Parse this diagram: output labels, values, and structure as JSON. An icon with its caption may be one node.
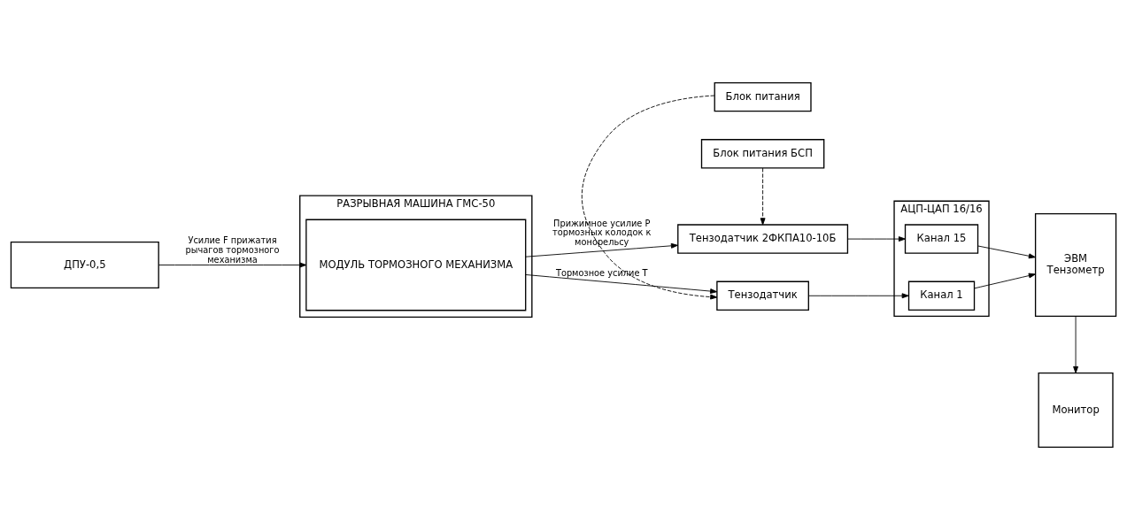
{
  "diagram": {
    "nodes": [
      {
        "text": [
          "РАЗРЫВНАЯ МАШИНА ГМС-50"
        ]
      },
      {
        "text": [
          "МОДУЛЬ ТОРМОЗНОГО МЕХАНИЗМА"
        ],
        "in": 0
      },
      {
        "text": [
          "Блок питания БСП"
        ]
      },
      {
        "text": [
          "Тензодатчик 2ФКПА10-10Б"
        ]
      },
      {
        "text": [
          "АЦП-ЦАП 16/16"
        ]
      },
      {
        "text": [
          "Канал 15"
        ],
        "in": 4
      },
      {
        "text": [
          "Канал 1"
        ],
        "in": 4
      },
      {
        "text": [
          "ЭВМ",
          "Тензометр"
        ]
      },
      {
        "text": [
          "Тензодатчик"
        ]
      },
      {
        "text": [
          "Блок питания"
        ]
      },
      {
        "text": [
          "Монитор"
        ]
      },
      {
        "text": [
          "ДПУ-0,5"
        ]
      }
    ],
    "edges": [
      {
        "from": 1,
        "to": 3,
        "arrow": "to",
        "label": "Прижимное усилие P тормозных колодок к монорельсу"
      },
      {
        "from": 1,
        "to": 8,
        "arrow": "to",
        "label": "Тормозное усилие T"
      },
      {
        "from": 11,
        "to": 1,
        "arrow": "to",
        "label": "Усилие F прижатия рычагов тормозного механизма"
      },
      {
        "from": 2,
        "to": 3,
        "arrow": "to",
        "style": "dashed"
      },
      {
        "from": 9,
        "to": 8,
        "arrow": "to",
        "style": "dashed"
      },
      {
        "from": 3,
        "to": 5,
        "arrow": "to"
      },
      {
        "from": 8,
        "to": 6,
        "arrow": "to"
      },
      {
        "from": 5,
        "to": 7,
        "arrow": "to"
      },
      {
        "from": 6,
        "to": 7,
        "arrow": "to"
      },
      {
        "from": 7,
        "to": 10,
        "arrow": "to"
      }
    ]
  }
}
